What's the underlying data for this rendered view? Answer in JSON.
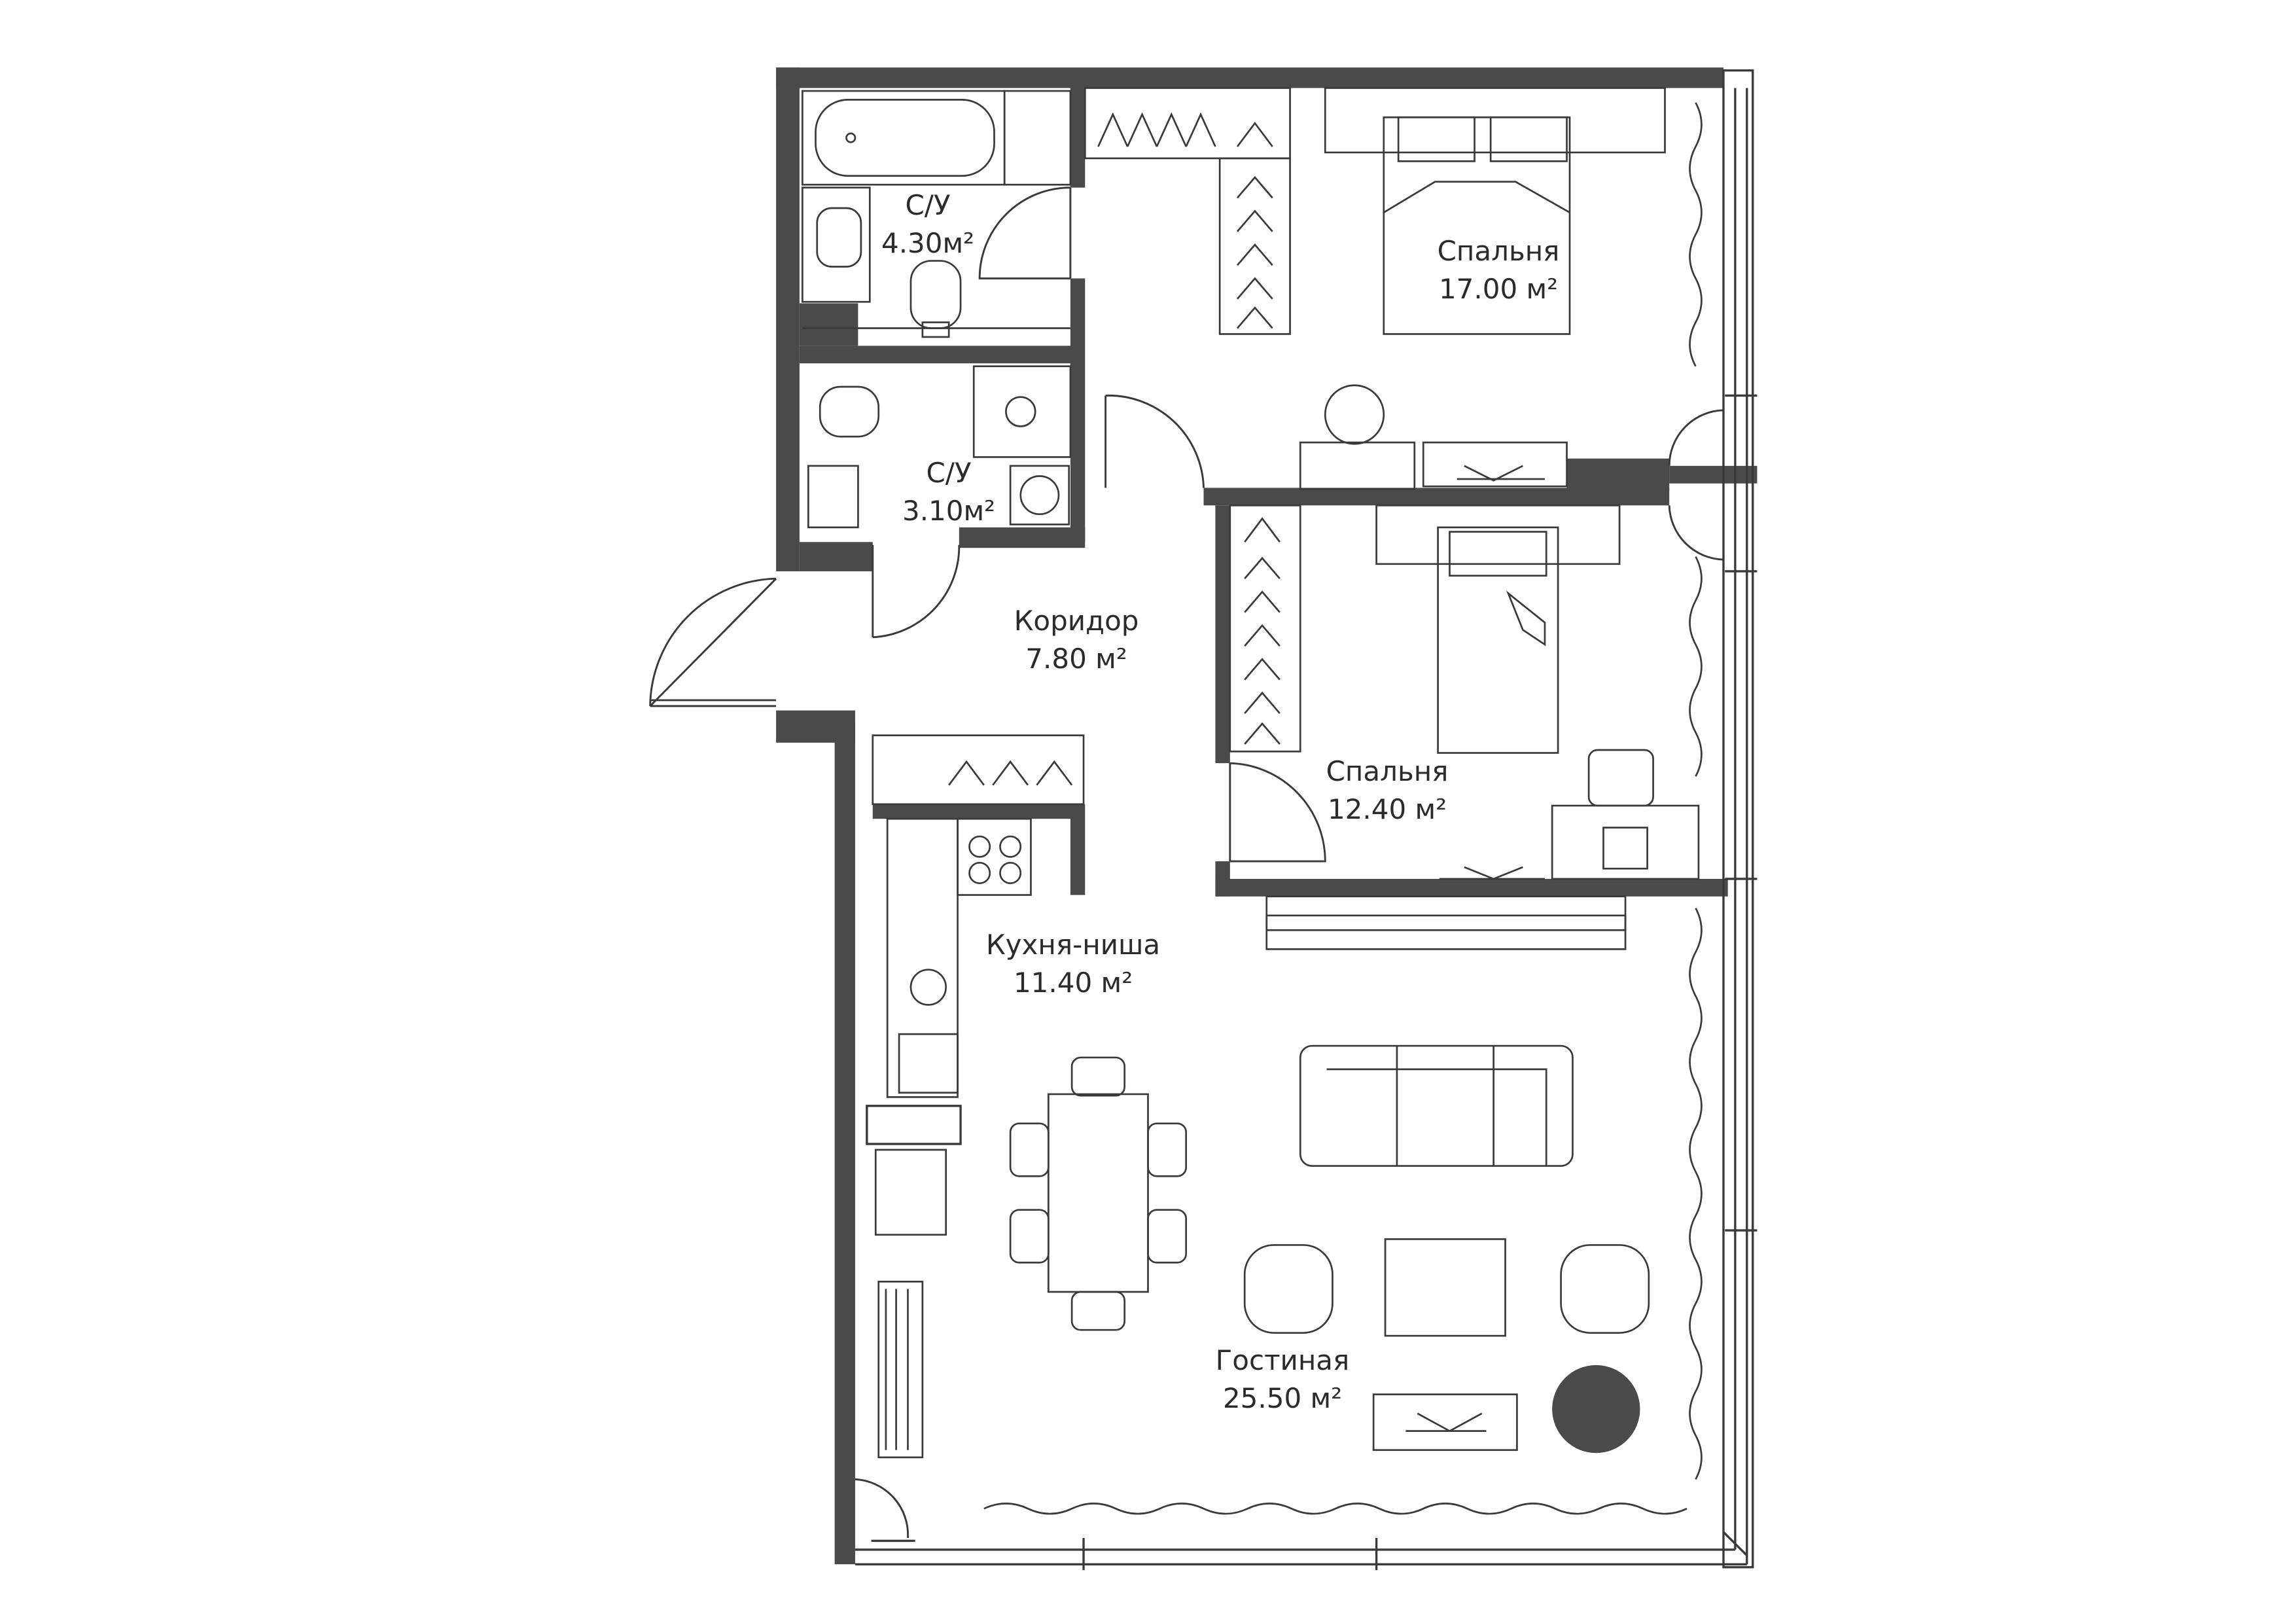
{
  "colors": {
    "wall": "#4a4a4a",
    "line": "#3a3a3a",
    "text": "#2b2b2b",
    "background": "#ffffff"
  },
  "rooms": [
    {
      "id": "bath1",
      "name": "С/У",
      "area": "4.30м²"
    },
    {
      "id": "bath2",
      "name": "С/У",
      "area": "3.10м²"
    },
    {
      "id": "bedroom1",
      "name": "Спальня",
      "area": "17.00 м²"
    },
    {
      "id": "corridor",
      "name": "Коридор",
      "area": "7.80 м²"
    },
    {
      "id": "bedroom2",
      "name": "Спальня",
      "area": "12.40 м²"
    },
    {
      "id": "kitchen",
      "name": "Кухня-ниша",
      "area": "11.40 м²"
    },
    {
      "id": "living",
      "name": "Гостиная",
      "area": "25.50 м²"
    }
  ]
}
